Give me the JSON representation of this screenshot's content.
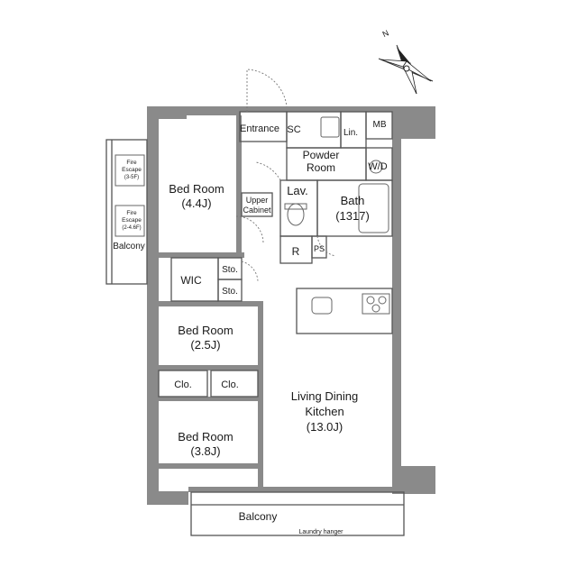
{
  "compass": {
    "north_label": "N",
    "icon": "compass-rose-icon"
  },
  "rooms": {
    "entrance": "Entrance",
    "sc": "SC",
    "mb": "MB",
    "lin": "Lin.",
    "powder_room": [
      "Powder",
      "Room"
    ],
    "wd": "W/D",
    "lav": "Lav.",
    "bath": [
      "Bath",
      "(1317)"
    ],
    "upper_cabinet": [
      "Upper",
      "Cabinet"
    ],
    "refrigerator": "R",
    "ps": "PS",
    "bed1": [
      "Bed Room",
      "(4.4J)"
    ],
    "bed2": [
      "Bed Room",
      "(2.5J)"
    ],
    "bed3": [
      "Bed Room",
      "(3.8J)"
    ],
    "wic": "WIC",
    "sto": [
      "Sto.",
      "Sto."
    ],
    "clo": [
      "Clo.",
      "Clo."
    ],
    "ldk": [
      "Living Dining",
      "Kitchen",
      "(13.0J)"
    ],
    "balcony_side": "Balcony",
    "balcony_bottom": "Balcony",
    "laundry_hanger": "Laundry hanger",
    "fire_escape_1": [
      "Fire",
      "Escape",
      "(3-5F)"
    ],
    "fire_escape_2": [
      "Fire",
      "Escape",
      "(2-4.6F)"
    ]
  }
}
